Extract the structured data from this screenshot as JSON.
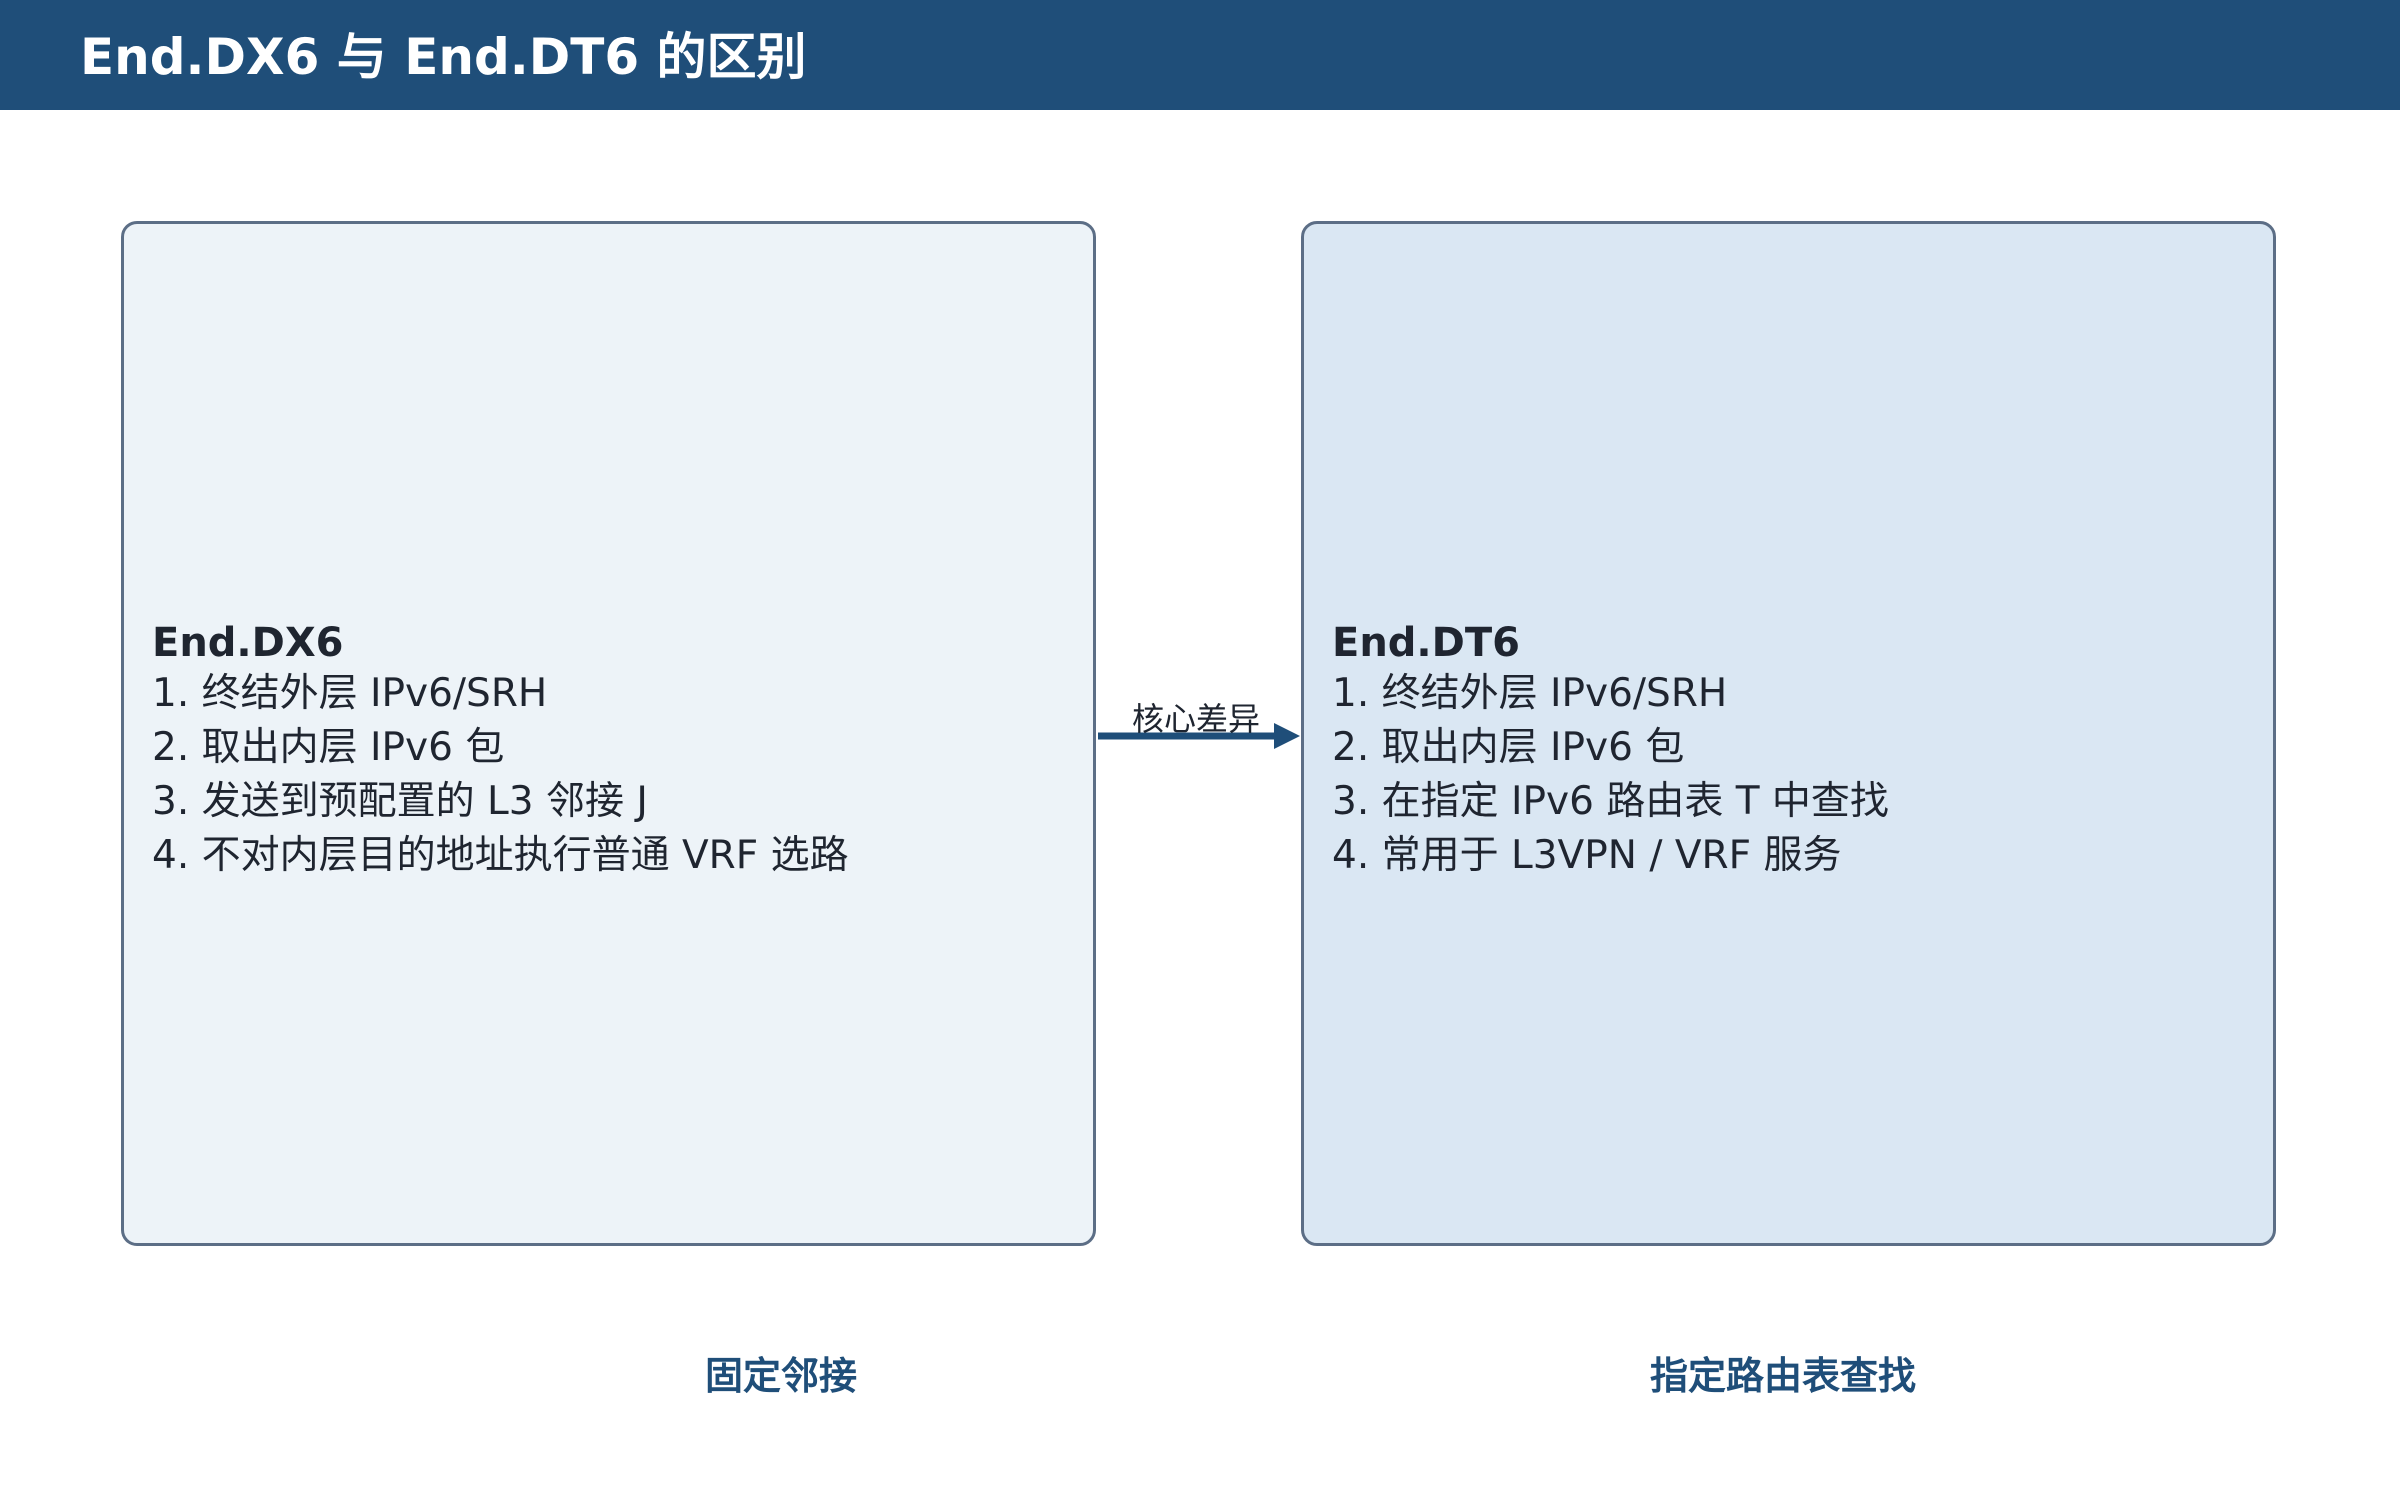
{
  "header": {
    "title": "End.DX6 与 End.DT6 的区别"
  },
  "left_box": {
    "title": "End.DX6",
    "lines": [
      "1. 终结外层 IPv6/SRH",
      "2. 取出内层 IPv6 包",
      "3. 发送到预配置的 L3 邻接 J",
      "4. 不对内层目的地址执行普通 VRF 选路"
    ],
    "caption": "固定邻接"
  },
  "right_box": {
    "title": "End.DT6",
    "lines": [
      "1. 终结外层 IPv6/SRH",
      "2. 取出内层 IPv6 包",
      "3. 在指定 IPv6 路由表 T 中查找",
      "4. 常用于 L3VPN / VRF 服务"
    ],
    "caption": "指定路由表查找"
  },
  "connector": {
    "label": "核心差异"
  },
  "colors": {
    "header": "#1f4e79",
    "left_fill": "#edf3f8",
    "right_fill": "#dae7f3",
    "border": "#5c6e86",
    "arrow": "#1f4e79"
  }
}
